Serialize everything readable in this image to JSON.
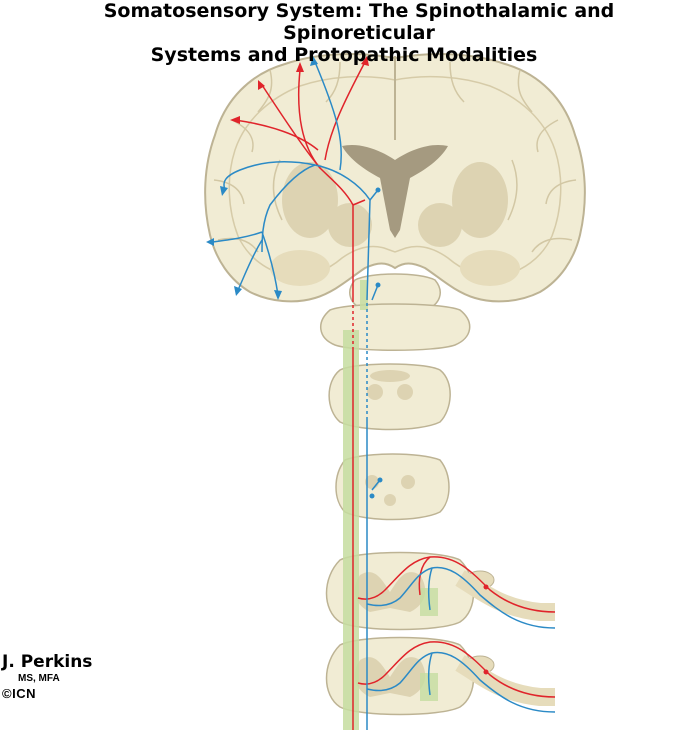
{
  "title": {
    "line1": "Somatosensory System: The Spinothalamic and Spinoreticular",
    "line2": "Systems and Protopathic Modalities"
  },
  "signature": {
    "name": "J. Perkins",
    "credentials": "MS, MFA",
    "copyright_symbol": "©",
    "logo_text": "ICN"
  },
  "colors": {
    "tissue": "#f1ecd4",
    "tissue_outline": "#bdb394",
    "deep_tissue": "#ddd3b2",
    "ventricle": "#a59a80",
    "pathway_column": "#c6dda0",
    "spinothalamic_tract": "#e0242b",
    "spinoreticular_tract": "#2b8ac6"
  }
}
